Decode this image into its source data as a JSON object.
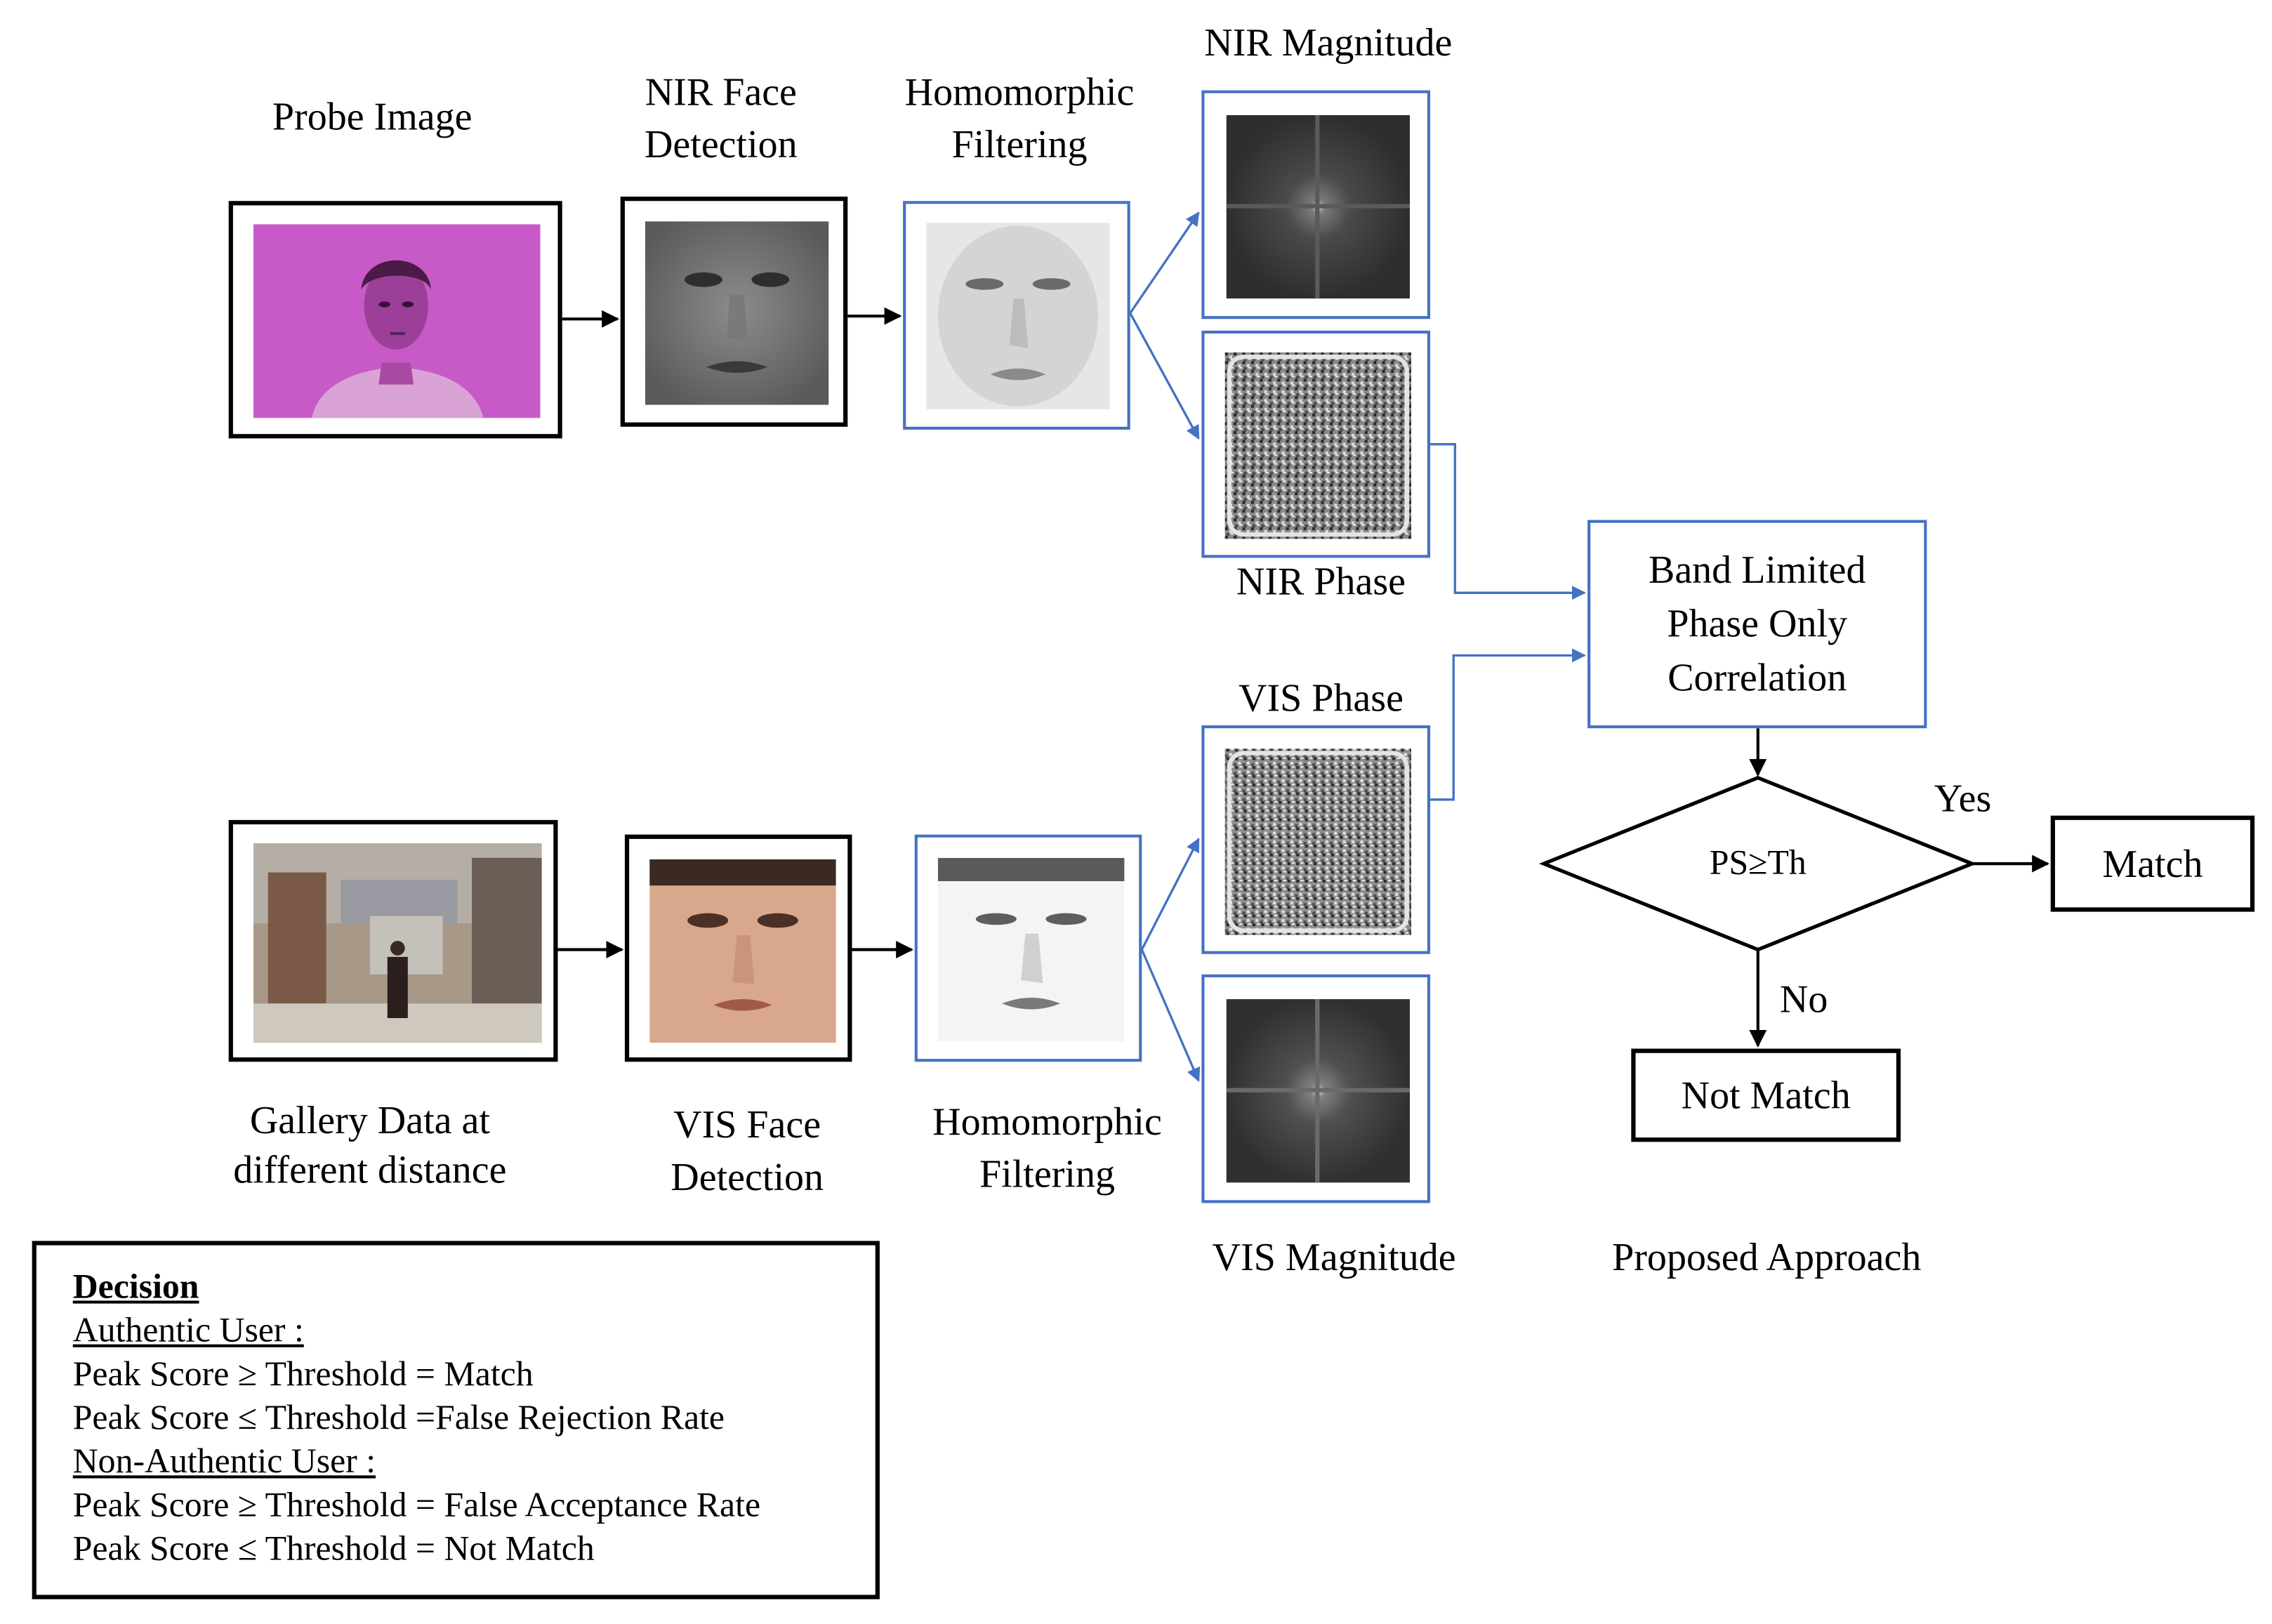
{
  "labels": {
    "probe_image": "Probe Image",
    "nir_face_detection": [
      "NIR Face",
      "Detection"
    ],
    "homomorphic_filtering_top": [
      "Homomorphic",
      "Filtering"
    ],
    "nir_magnitude": "NIR Magnitude",
    "nir_phase": "NIR Phase",
    "vis_phase": "VIS Phase",
    "vis_magnitude": "VIS Magnitude",
    "gallery_data": [
      "Gallery Data at",
      "different distance"
    ],
    "vis_face_detection": [
      "VIS Face",
      "Detection"
    ],
    "homomorphic_filtering_bottom": [
      "Homomorphic",
      "Filtering"
    ],
    "proposed_approach": "Proposed Approach"
  },
  "bpoc": {
    "lines": [
      "Band Limited",
      "Phase Only",
      "Correlation"
    ]
  },
  "decision_node": {
    "condition": "PS≥Th",
    "yes_label": "Yes",
    "no_label": "No",
    "match": "Match",
    "not_match": "Not Match"
  },
  "decision_panel": {
    "title": "Decision",
    "authentic_heading": "Authentic User :",
    "authentic_rules": [
      "Peak Score ≥ Threshold = Match",
      "Peak Score ≤ Threshold =False Rejection Rate"
    ],
    "non_authentic_heading": "Non-Authentic User :",
    "non_authentic_rules": [
      "Peak Score ≥ Threshold = False Acceptance Rate",
      "Peak Score ≤ Threshold = Not Match"
    ]
  },
  "colors": {
    "accent_blue": "#4472c4",
    "probe_background": "#c85ac8",
    "black": "#000000"
  }
}
